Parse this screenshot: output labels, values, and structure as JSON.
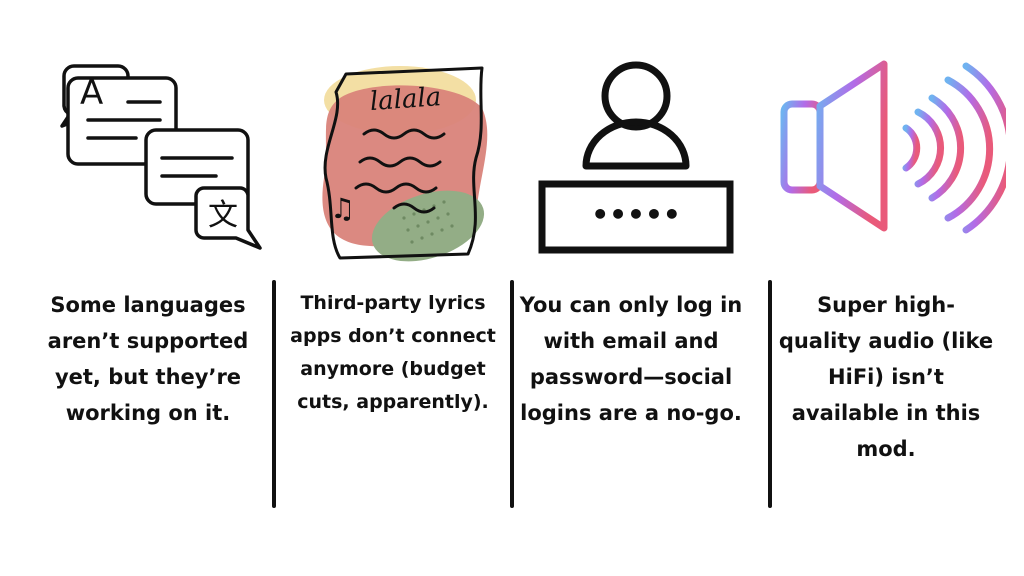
{
  "columns": [
    {
      "icon": "translate-icon",
      "caption": "Some languages aren’t supported yet, but they’re working on it."
    },
    {
      "icon": "lyrics-sheet-icon",
      "caption": "Third-party lyrics apps don’t connect anymore (budget cuts, apparently)."
    },
    {
      "icon": "login-user-icon",
      "caption": "You can only log in with email and password—social logins are a no-go."
    },
    {
      "icon": "speaker-volume-icon",
      "caption": "Super high-quality audio (like HiFi) isn’t available in this mod."
    }
  ],
  "icons": {
    "translate_glyph_a": "A",
    "translate_glyph_wen": "文",
    "lyrics_word": "lalala",
    "lyrics_notes": "♫",
    "password_mask": "•••••"
  },
  "colors": {
    "text": "#111111",
    "lyrics_red": "#d9837a",
    "lyrics_yellow": "#f3dfa4",
    "lyrics_green": "#93ad86",
    "speaker_start": "#6fb3f0",
    "speaker_mid": "#b26be8",
    "speaker_end": "#e95a7a"
  }
}
